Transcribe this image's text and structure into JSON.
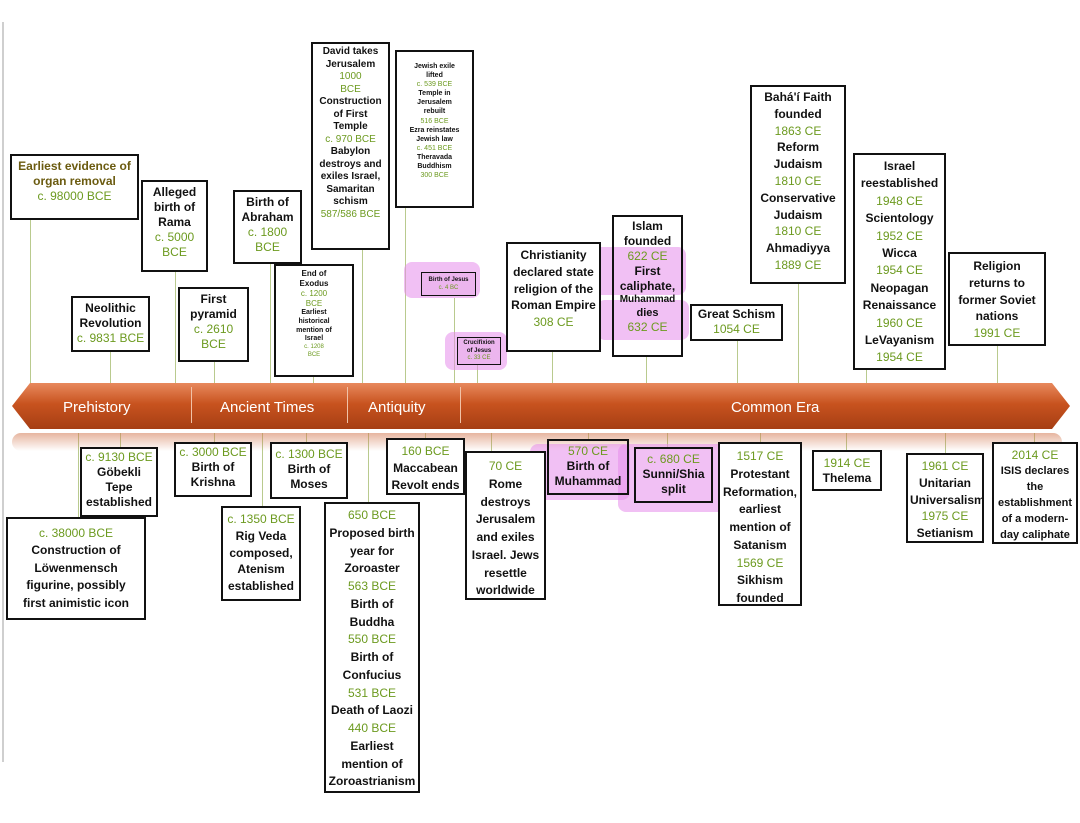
{
  "eras": {
    "prehistory": "Prehistory",
    "ancient": "Ancient Times",
    "antiquity": "Antiquity",
    "common": "Common Era"
  },
  "events": {
    "organ": {
      "t1": "Earliest evidence of",
      "t2": "organ removal",
      "d": "c. 98000 BCE"
    },
    "rama": {
      "t1": "Alleged",
      "t2": "birth of",
      "t3": "Rama",
      "d1": "c. 5000",
      "d2": "BCE"
    },
    "abraham": {
      "t1": "Birth of",
      "t2": "Abraham",
      "d1": "c. 1800",
      "d2": "BCE"
    },
    "neolithic": {
      "t1": "Neolithic",
      "t2": "Revolution",
      "d": "c. 9831 BCE"
    },
    "pyramid": {
      "t1": "First",
      "t2": "pyramid",
      "d1": "c. 2610",
      "d2": "BCE"
    },
    "exodus": {
      "t1": "End of",
      "t2": "Exodus",
      "d1": "c. 1200",
      "d2": "BCE",
      "t3": "Earliest",
      "t4": "historical",
      "t5": "mention of",
      "t6": "Israel",
      "d3": "c. 1208",
      "d4": "BCE"
    },
    "david": {
      "t1": "David takes",
      "t2": "Jerusalem",
      "d1": "1000",
      "d2": "BCE",
      "t3": "Construction",
      "t4": "of First",
      "t5": "Temple",
      "d3": "c. 970 BCE",
      "t6": "Babylon",
      "t7": "destroys and",
      "t8": "exiles Israel,",
      "t9": "Samaritan",
      "t10": "schism",
      "d4": "587/586 BCE"
    },
    "exile": {
      "t1": "Jewish exile",
      "t2": "lifted",
      "d1": "c. 539 BCE",
      "t3": "Temple in",
      "t4": "Jerusalem",
      "t5": "rebuilt",
      "d2": "516 BCE",
      "t6": "Ezra reinstates",
      "t7": "Jewish law",
      "d3": "c. 451 BCE",
      "t8": "Theravada",
      "t9": "Buddhism",
      "d4": "300 BCE"
    },
    "jesus_birth": {
      "t": "Birth of Jesus",
      "d": "c. 4 BC"
    },
    "crucifixion": {
      "t1": "Crucifixion",
      "t2": "of Jesus",
      "d": "c. 33 CE"
    },
    "christianity": {
      "t1": "Christianity",
      "t2": "declared state",
      "t3": "religion of the",
      "t4": "Roman Empire",
      "d": "308 CE"
    },
    "islam": {
      "t1": "Islam",
      "t2": "founded",
      "d1": "622 CE",
      "t3": "First",
      "t4": "caliphate,",
      "t5": "Muhammad",
      "t6": "dies",
      "d2": "632 CE"
    },
    "schism": {
      "t": "Great Schism",
      "d": "1054 CE"
    },
    "bahai": {
      "t1": "Bahá'í Faith",
      "t2": "founded",
      "d1": "1863 CE",
      "t3": "Reform",
      "t4": "Judaism",
      "d2": "1810 CE",
      "t5": "Conservative",
      "t6": "Judaism",
      "d3": "1810 CE",
      "t7": "Ahmadiyya",
      "d4": "1889 CE"
    },
    "israel": {
      "t1": "Israel",
      "t2": "reestablished",
      "d1": "1948 CE",
      "t3": "Scientology",
      "d2": "1952 CE",
      "t4": "Wicca",
      "d3": "1954 CE",
      "t5": "Neopagan",
      "t6": "Renaissance",
      "d4": "1960 CE",
      "t7": "LeVayanism",
      "d5": "1954 CE"
    },
    "soviet": {
      "t1": "Religion",
      "t2": "returns to",
      "t3": "former Soviet",
      "t4": "nations",
      "d": "1991 CE"
    },
    "gobekli": {
      "d": "c. 9130 BCE",
      "t1": "Göbekli",
      "t2": "Tepe",
      "t3": "established"
    },
    "lowen": {
      "d": "c. 38000 BCE",
      "t1": "Construction of",
      "t2": "Löwenmensch",
      "t3": "figurine, possibly",
      "t4": "first animistic icon"
    },
    "krishna": {
      "d": "c. 3000 BCE",
      "t1": "Birth of",
      "t2": "Krishna"
    },
    "rigveda": {
      "d": "c. 1350 BCE",
      "t1": "Rig Veda",
      "t2": "composed,",
      "t3": "Atenism",
      "t4": "established"
    },
    "moses": {
      "d": "c. 1300 BCE",
      "t1": "Birth of",
      "t2": "Moses"
    },
    "zoroaster": {
      "d1": "650 BCE",
      "t1": "Proposed birth",
      "t2": "year for",
      "t3": "Zoroaster",
      "d2": "563 BCE",
      "t4": "Birth of",
      "t5": "Buddha",
      "d3": "550 BCE",
      "t6": "Birth of",
      "t7": "Confucius",
      "d4": "531 BCE",
      "t8": "Death of Laozi",
      "d5": "440 BCE",
      "t9": "Earliest",
      "t10": "mention of",
      "t11": "Zoroastrianism"
    },
    "maccabean": {
      "d": "160 BCE",
      "t1": "Maccabean",
      "t2": "Revolt ends"
    },
    "rome": {
      "d": "70 CE",
      "t1": "Rome",
      "t2": "destroys",
      "t3": "Jerusalem",
      "t4": "and exiles",
      "t5": "Israel. Jews",
      "t6": "resettle",
      "t7": "worldwide"
    },
    "muhammad": {
      "d": "570 CE",
      "t1": "Birth of",
      "t2": "Muhammad"
    },
    "sunni": {
      "d": "c. 680 CE",
      "t1": "Sunni/Shia",
      "t2": "split"
    },
    "reformation": {
      "d1": "1517 CE",
      "t1": "Protestant",
      "t2": "Reformation,",
      "t3": "earliest",
      "t4": "mention of",
      "t5": "Satanism",
      "d2": "1569 CE",
      "t6": "Sikhism",
      "t7": "founded"
    },
    "thelema": {
      "d": "1914 CE",
      "t": "Thelema"
    },
    "unitarian": {
      "d1": "1961 CE",
      "t1": "Unitarian",
      "t2": "Universalism",
      "d2": "1975 CE",
      "t3": "Setianism"
    },
    "isis": {
      "d": "2014 CE",
      "t1": "ISIS declares",
      "t2": "the",
      "t3": "establishment",
      "t4": "of a modern-",
      "t5": "day caliphate"
    }
  },
  "colors": {
    "date_green": "#6c9a1f",
    "bar_orange": "#c8531f",
    "highlight_pink": "#e88ceb"
  }
}
